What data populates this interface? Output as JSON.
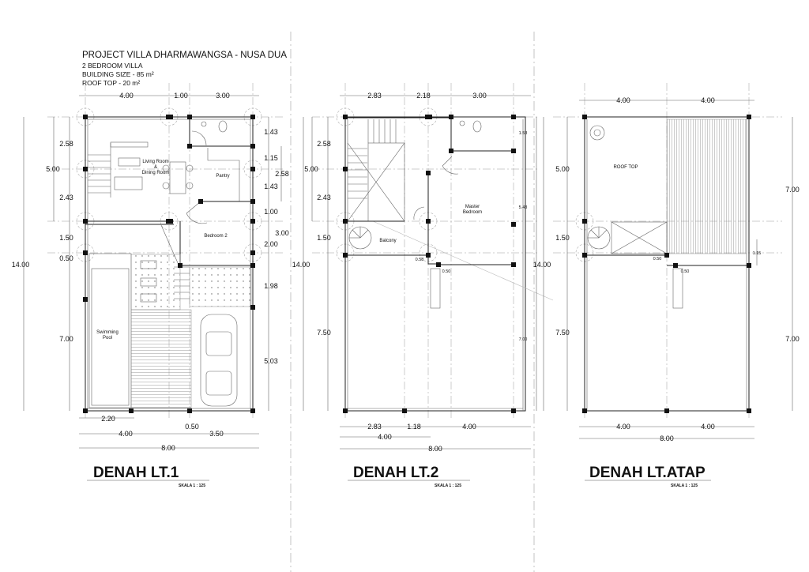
{
  "header": {
    "project": "PROJECT VILLA DHARMAWANGSA - NUSA DUA",
    "type": "2 BEDROOM VILLA",
    "building_size": "BUILDING SIZE - 85 m²",
    "roof_top": "ROOF TOP - 20 m²"
  },
  "plan1": {
    "title": "DENAH LT.1",
    "scale": "SKALA 1 : 125",
    "rooms": {
      "living1": "Living Room",
      "living2": "&",
      "living3": "Dining Room",
      "pantry": "Pantry",
      "bedroom2": "Bedroom 2",
      "pool1": "Swimming",
      "pool2": "Pool"
    },
    "dims_top": [
      "4.00",
      "1.00",
      "3.00"
    ],
    "dims_left": [
      "2.58",
      "5.00",
      "2.43",
      "1.50",
      "0.50",
      "14.00",
      "7.00"
    ],
    "dims_right": [
      "1.43",
      "1.15",
      "2.58",
      "1.43",
      "1.00",
      "3.00",
      "2.00",
      "1.98",
      "5.03"
    ],
    "dims_bottom": [
      "2.20",
      "0.50",
      "4.00",
      "3.50",
      "8.00"
    ]
  },
  "plan2": {
    "title": "DENAH LT.2",
    "scale": "SKALA 1 : 125",
    "rooms": {
      "master1": "Master",
      "master2": "Bedroom",
      "balcony": "Balcony"
    },
    "dims_top": [
      "2.83",
      "2.18",
      "3.00"
    ],
    "dims_left": [
      "2.58",
      "5.00",
      "2.43",
      "1.50",
      "14.00",
      "7.50"
    ],
    "dims_right": [
      "1.58",
      "5.43",
      "7.00"
    ],
    "dims_inner": [
      "0.58",
      "0.50"
    ],
    "dims_bottom": [
      "2.83",
      "1.18",
      "4.00",
      "4.00",
      "8.00"
    ]
  },
  "plan3": {
    "title": "DENAH LT.ATAP",
    "scale": "SKALA 1 : 125",
    "rooms": {
      "rooftop": "ROOF TOP"
    },
    "dims_top": [
      "4.00",
      "4.00"
    ],
    "dims_left": [
      "5.00",
      "1.50",
      "14.00",
      "7.50"
    ],
    "dims_right": [
      "7.00",
      "1.15",
      "7.00"
    ],
    "dims_inner": [
      "0.50",
      "0.50"
    ],
    "dims_bottom": [
      "4.00",
      "4.00",
      "8.00"
    ]
  }
}
